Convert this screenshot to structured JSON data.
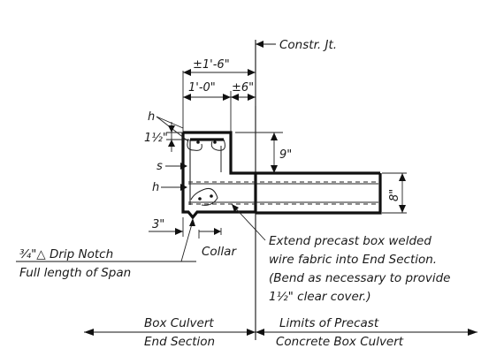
{
  "labels": {
    "constr_jt": "Constr. Jt.",
    "dim_total": "±1'-6\"",
    "dim_1ft": "1'-0\"",
    "dim_6in": "±6\"",
    "h_top": "h",
    "one_half": "1½\"",
    "s": "s",
    "h_bottom": "h",
    "nine_in": "9\"",
    "eight_in": "8\"",
    "three_in": "3\"",
    "drip_notch": "¾\"△ Drip Notch",
    "full_length": "Full length of Span",
    "collar": "Collar",
    "note_line1": "Extend precast box welded",
    "note_line2": "wire fabric into End Section.",
    "note_line3": "(Bend as necessary to provide",
    "note_line4": "1½\" clear cover.)",
    "box_culvert": "Box Culvert",
    "end_section": "End Section",
    "limits_precast": "Limits of Precast",
    "concrete_box": "Concrete Box Culvert"
  }
}
